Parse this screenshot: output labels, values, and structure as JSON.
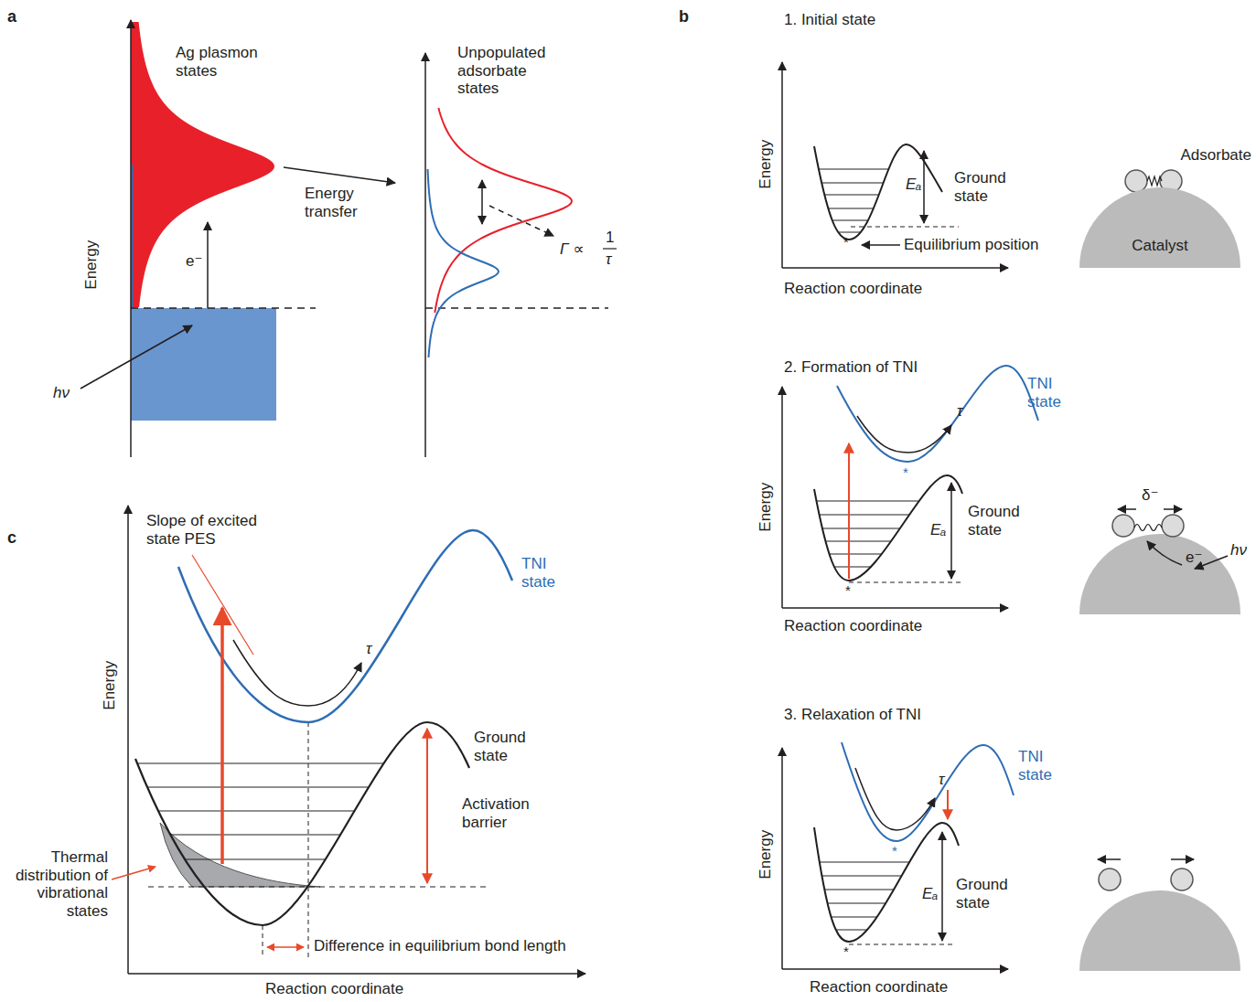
{
  "diagram": {
    "nodes": [
      {
        "text": [
          "Catalyst"
        ]
      }
    ],
    "labels": [
      "a",
      "Ag plasmon states",
      "Energy",
      "Energy transfer",
      "e⁻",
      "hν",
      "Unpopulated adsorbate states",
      "Γ ∝",
      "1",
      "τ",
      "b",
      "1. Initial state",
      "Energy",
      "Ground state",
      "Eₐ",
      "*",
      "Equilibrium position",
      "Reaction coordinate",
      "Adsorbate",
      "2. Formation of TNI",
      "TNI state",
      "τ",
      "*",
      "Energy",
      "Ground state",
      "Eₐ",
      "*",
      "Reaction coordinate",
      "δ⁻",
      "e⁻",
      "hν",
      "3. Relaxation of TNI",
      "TNI state",
      "τ",
      "*",
      "Energy",
      "Ground state",
      "Eₐ",
      "*",
      "Reaction coordinate",
      "c",
      "Slope of excited state PES",
      "TNI state",
      "τ",
      "Energy",
      "Ground state",
      "Activation barrier",
      "Thermal distribution of vibrational states",
      "Difference in equilibrium bond length",
      "Reaction coordinate"
    ]
  }
}
